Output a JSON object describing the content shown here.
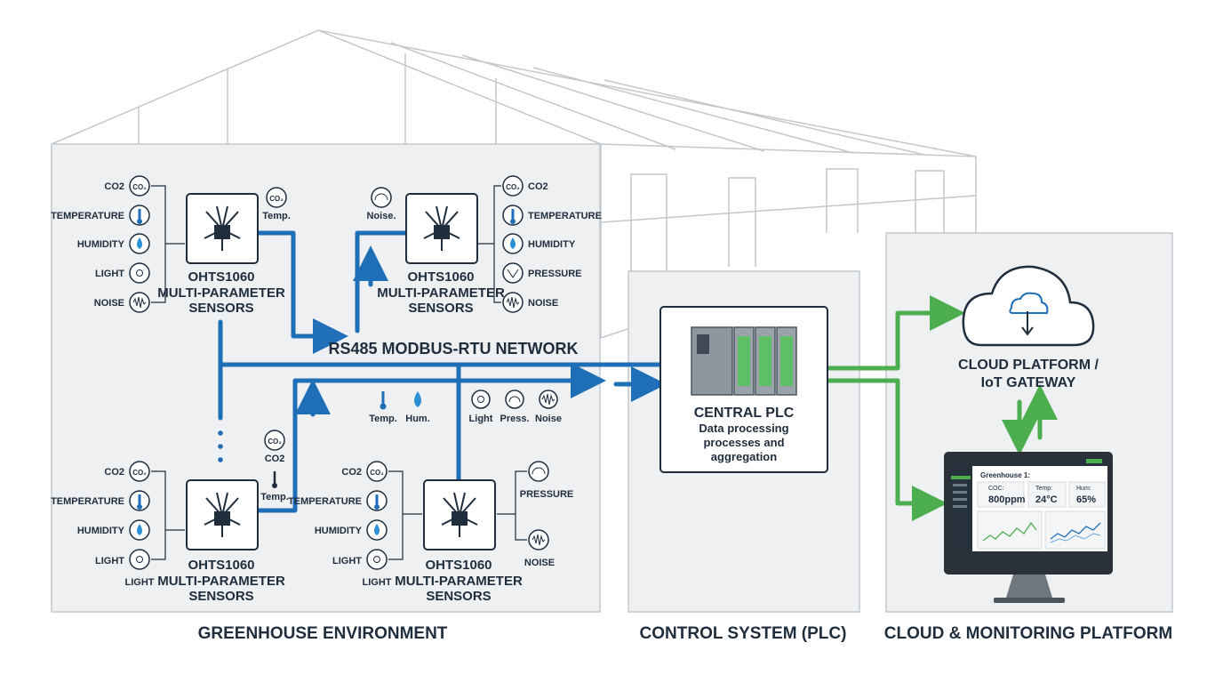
{
  "sections": {
    "greenhouse": "GREENHOUSE ENVIRONMENT",
    "control": "CONTROL SYSTEM (PLC)",
    "cloud": "CLOUD & MONITORING PLATFORM"
  },
  "network_label": "RS485 MODBUS-RTU NETWORK",
  "sensor_units": [
    {
      "line1": "OHTS1060",
      "line2": "MULTI-PARAMETER",
      "line3": "SENSORS",
      "params_left": [
        "CO2",
        "TEMPERATURE",
        "HUMIDITY",
        "LIGHT",
        "NOISE"
      ],
      "params_right": [
        "Temp."
      ]
    },
    {
      "line1": "OHTS1060",
      "line2": "MULTI-PARAMETER",
      "line3": "SENSORS",
      "params_left": [
        "Noise."
      ],
      "params_right": [
        "CO2",
        "TEMPERATURE",
        "HUMIDITY",
        "PRESSURE",
        "NOISE"
      ]
    },
    {
      "line1": "OHTS1060",
      "line2": "MULTI-PARAMETER",
      "line3": "SENSORS",
      "params_left": [
        "CO2",
        "TEMPERATURE",
        "HUMIDITY",
        "LIGHT"
      ],
      "params_right": [
        "CO2",
        "Temp."
      ],
      "extra": "LIGHT"
    },
    {
      "line1": "OHTS1060",
      "line2": "MULTI-PARAMETER",
      "line3": "SENSORS",
      "params_left": [
        "CO2",
        "TEMPERATURE",
        "HUMIDITY",
        "LIGHT",
        "LIGHT"
      ],
      "params_right": [
        "PRESSURE",
        "NOISE"
      ]
    }
  ],
  "mid_params": [
    "Temp.",
    "Hum.",
    "Light",
    "Press.",
    "Noise"
  ],
  "plc": {
    "title": "CENTRAL PLC",
    "desc1": "Data processing",
    "desc2": "processes and",
    "desc3": "aggregation"
  },
  "cloud": {
    "line1": "CLOUD PLATFORM /",
    "line2": "IoT GATEWAY"
  },
  "dashboard": {
    "title": "Greenhouse 1:",
    "cards": [
      {
        "label": "COC:",
        "value": "800ppm"
      },
      {
        "label": "Temp:",
        "value": "24°C"
      },
      {
        "label": "Hum:",
        "value": "65%"
      }
    ]
  },
  "colors": {
    "blue": "#1f6fb8",
    "green": "#4cae4f",
    "panel": "#eef0f1",
    "outline": "#b9c0c6",
    "dark": "#1f2d3d"
  }
}
